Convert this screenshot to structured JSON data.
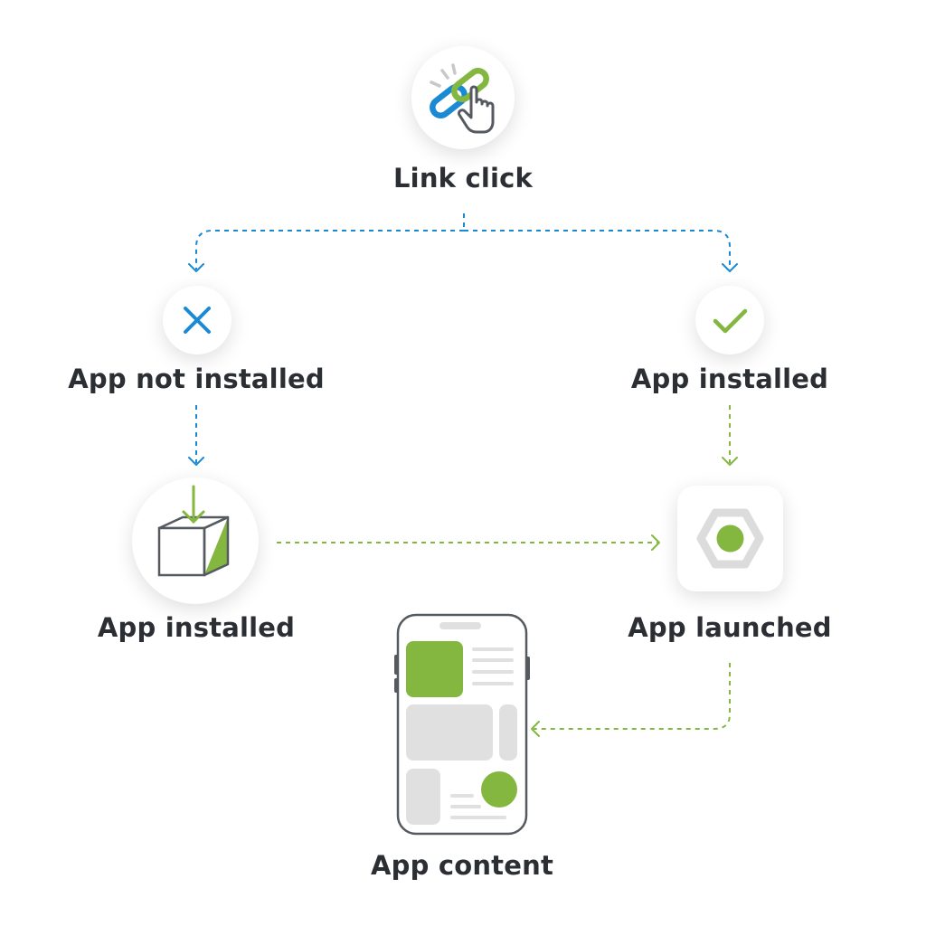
{
  "nodes": {
    "link_click": {
      "label": "Link click",
      "icon": "link-click-icon"
    },
    "app_not_installed": {
      "label": "App not installed",
      "icon": "x-icon"
    },
    "app_installed_check": {
      "label": "App installed",
      "icon": "checkmark-icon"
    },
    "app_installed_box": {
      "label": "App installed",
      "icon": "download-box-icon"
    },
    "app_launched": {
      "label": "App launched",
      "icon": "app-logo-icon"
    },
    "app_content": {
      "label": "App content",
      "icon": "phone-icon"
    }
  },
  "colors": {
    "blue": "#1a8ad4",
    "green": "#84b740",
    "text": "#2b2e33",
    "gray": "#e0e0e0",
    "outline": "#555a60"
  }
}
